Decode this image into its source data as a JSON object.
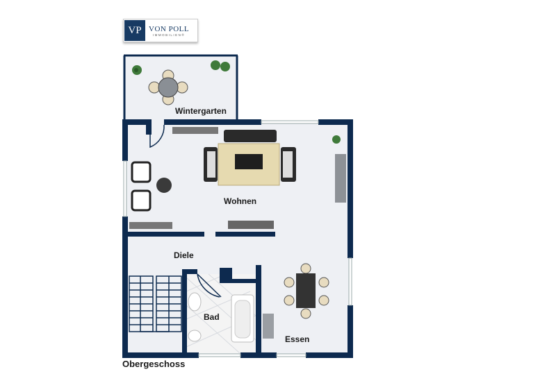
{
  "logo": {
    "mark": "VP",
    "name": "VON POLL",
    "sub": "IMMOBILIEN®"
  },
  "rooms": {
    "wintergarten": "Wintergarten",
    "wohnen": "Wohnen",
    "diele": "Diele",
    "bad": "Bad",
    "essen": "Essen"
  },
  "floor_title": "Obergeschoss",
  "colors": {
    "wall": "#0d2a4f",
    "floor": "#eef0f4"
  }
}
